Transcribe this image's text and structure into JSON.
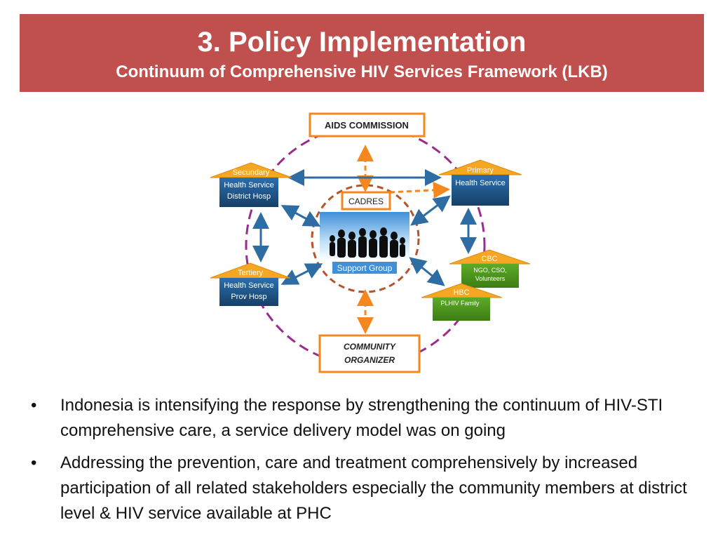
{
  "header": {
    "title": "3. Policy Implementation",
    "subtitle": "Continuum of Comprehensive HIV Services Framework (LKB)"
  },
  "diagram": {
    "aids_commission": "AIDS COMMISSION",
    "cadres": "CADRES",
    "support_group": "Support Group",
    "community_line1": "COMMUNITY",
    "community_line2": "ORGANIZER",
    "secundary": {
      "roof": "Secundary",
      "line1": "Health Service",
      "line2": "District Hosp"
    },
    "primary": {
      "roof": "Primary",
      "line1": "Health Service"
    },
    "tertiery": {
      "roof": "Tertiery",
      "line1": "Health Service",
      "line2": "Prov Hosp"
    },
    "cbc": {
      "roof": "CBC",
      "line1": "NGO, CSO,",
      "line2": "Volunteers"
    },
    "hbc": {
      "roof": "HBC",
      "line1": "PLHIV Family"
    }
  },
  "bullets": [
    "Indonesia is intensifying the response by strengthening the continuum of HIV-STI comprehensive care, a service delivery model was on going",
    "Addressing the prevention, care and treatment comprehensively by increased participation of all related stakeholders especially the community members at district level  & HIV service available at PHC"
  ],
  "colors": {
    "header_bg": "#c0504d",
    "orange": "#f5871f",
    "dark_blue": "#1f4e79",
    "arrow_blue": "#2e6da4",
    "purple_dash": "#9b2c8f",
    "green": "#4e9a1e"
  }
}
